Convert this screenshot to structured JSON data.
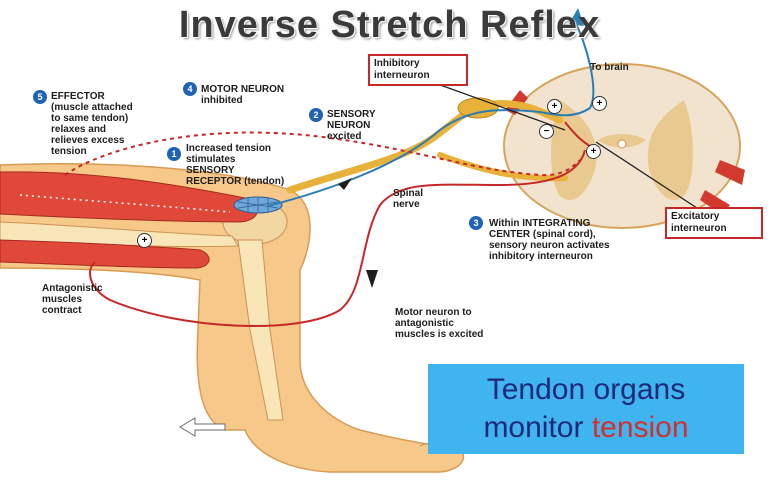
{
  "title": "Inverse Stretch Reflex",
  "steps": [
    {
      "num": "1",
      "lines": [
        "Increased tension",
        "stimulates",
        "SENSORY",
        "RECEPTOR (tendon)"
      ]
    },
    {
      "num": "2",
      "lines": [
        "SENSORY",
        "NEURON",
        "excited"
      ]
    },
    {
      "num": "3",
      "lines": [
        "Within INTEGRATING",
        "CENTER (spinal cord),",
        "sensory neuron activates",
        "inhibitory interneuron"
      ]
    },
    {
      "num": "4",
      "lines": [
        "MOTOR NEURON",
        "inhibited"
      ]
    },
    {
      "num": "5",
      "lines": [
        "EFFECTOR",
        "(muscle attached",
        "to same tendon)",
        "relaxes and",
        "relieves excess",
        "tension"
      ]
    }
  ],
  "labels": {
    "inhibitory": [
      "Inhibitory",
      "interneuron"
    ],
    "excitatory": [
      "Excitatory",
      "interneuron"
    ],
    "to_brain": "To brain",
    "spinal_nerve": [
      "Spinal",
      "nerve"
    ],
    "antagonistic": [
      "Antagonistic",
      "muscles",
      "contract"
    ],
    "motor_to_antagonistic": [
      "Motor neuron to",
      "antagonistic",
      "muscles is excited"
    ]
  },
  "synapse_signs": [
    "+",
    "+",
    "−",
    "+",
    "+"
  ],
  "callout": {
    "line1": "Tendon organs",
    "line2_a": "monitor ",
    "line2_b": "tension"
  },
  "colors": {
    "accent_blue": "#1e63b4",
    "callout_bg": "#3fb4ef",
    "callout_text": "#1e2a78",
    "highlight_red": "#d32f2f",
    "box_border": "#c62828",
    "muscle": "#e0493a",
    "skin": "#f6c98a",
    "nerve": "#e8b23a",
    "cord_gray": "#f2e3cf"
  }
}
